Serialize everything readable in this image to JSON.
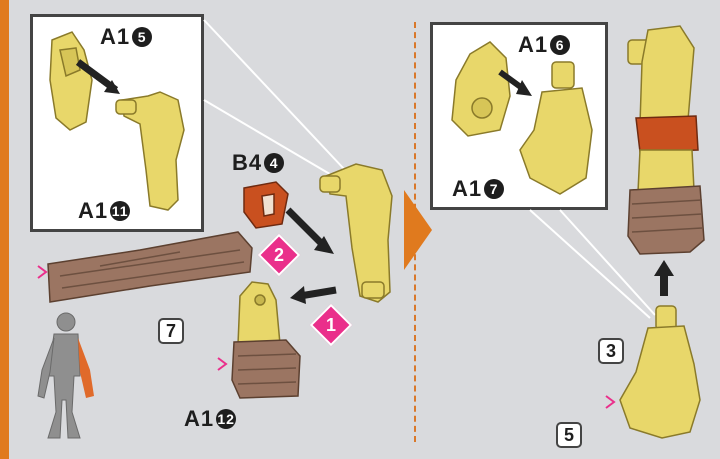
{
  "labels": {
    "a1_5": {
      "prefix": "A1",
      "num": "5"
    },
    "a1_11": {
      "prefix": "A1",
      "num": "11"
    },
    "b4_4": {
      "prefix": "B4",
      "num": "4"
    },
    "a1_12": {
      "prefix": "A1",
      "num": "12"
    },
    "a1_6": {
      "prefix": "A1",
      "num": "6"
    },
    "a1_7": {
      "prefix": "A1",
      "num": "7"
    }
  },
  "steps": [
    "1",
    "2"
  ],
  "tags": {
    "tag_7": "7",
    "tag_3": "3",
    "tag_5": "5"
  },
  "colors": {
    "part_yellow": "#e8d76a",
    "part_orange": "#c9501f",
    "wood_brown": "#9b7562",
    "step_pink": "#ea2f8b",
    "accent_orange": "#e07a1e"
  }
}
